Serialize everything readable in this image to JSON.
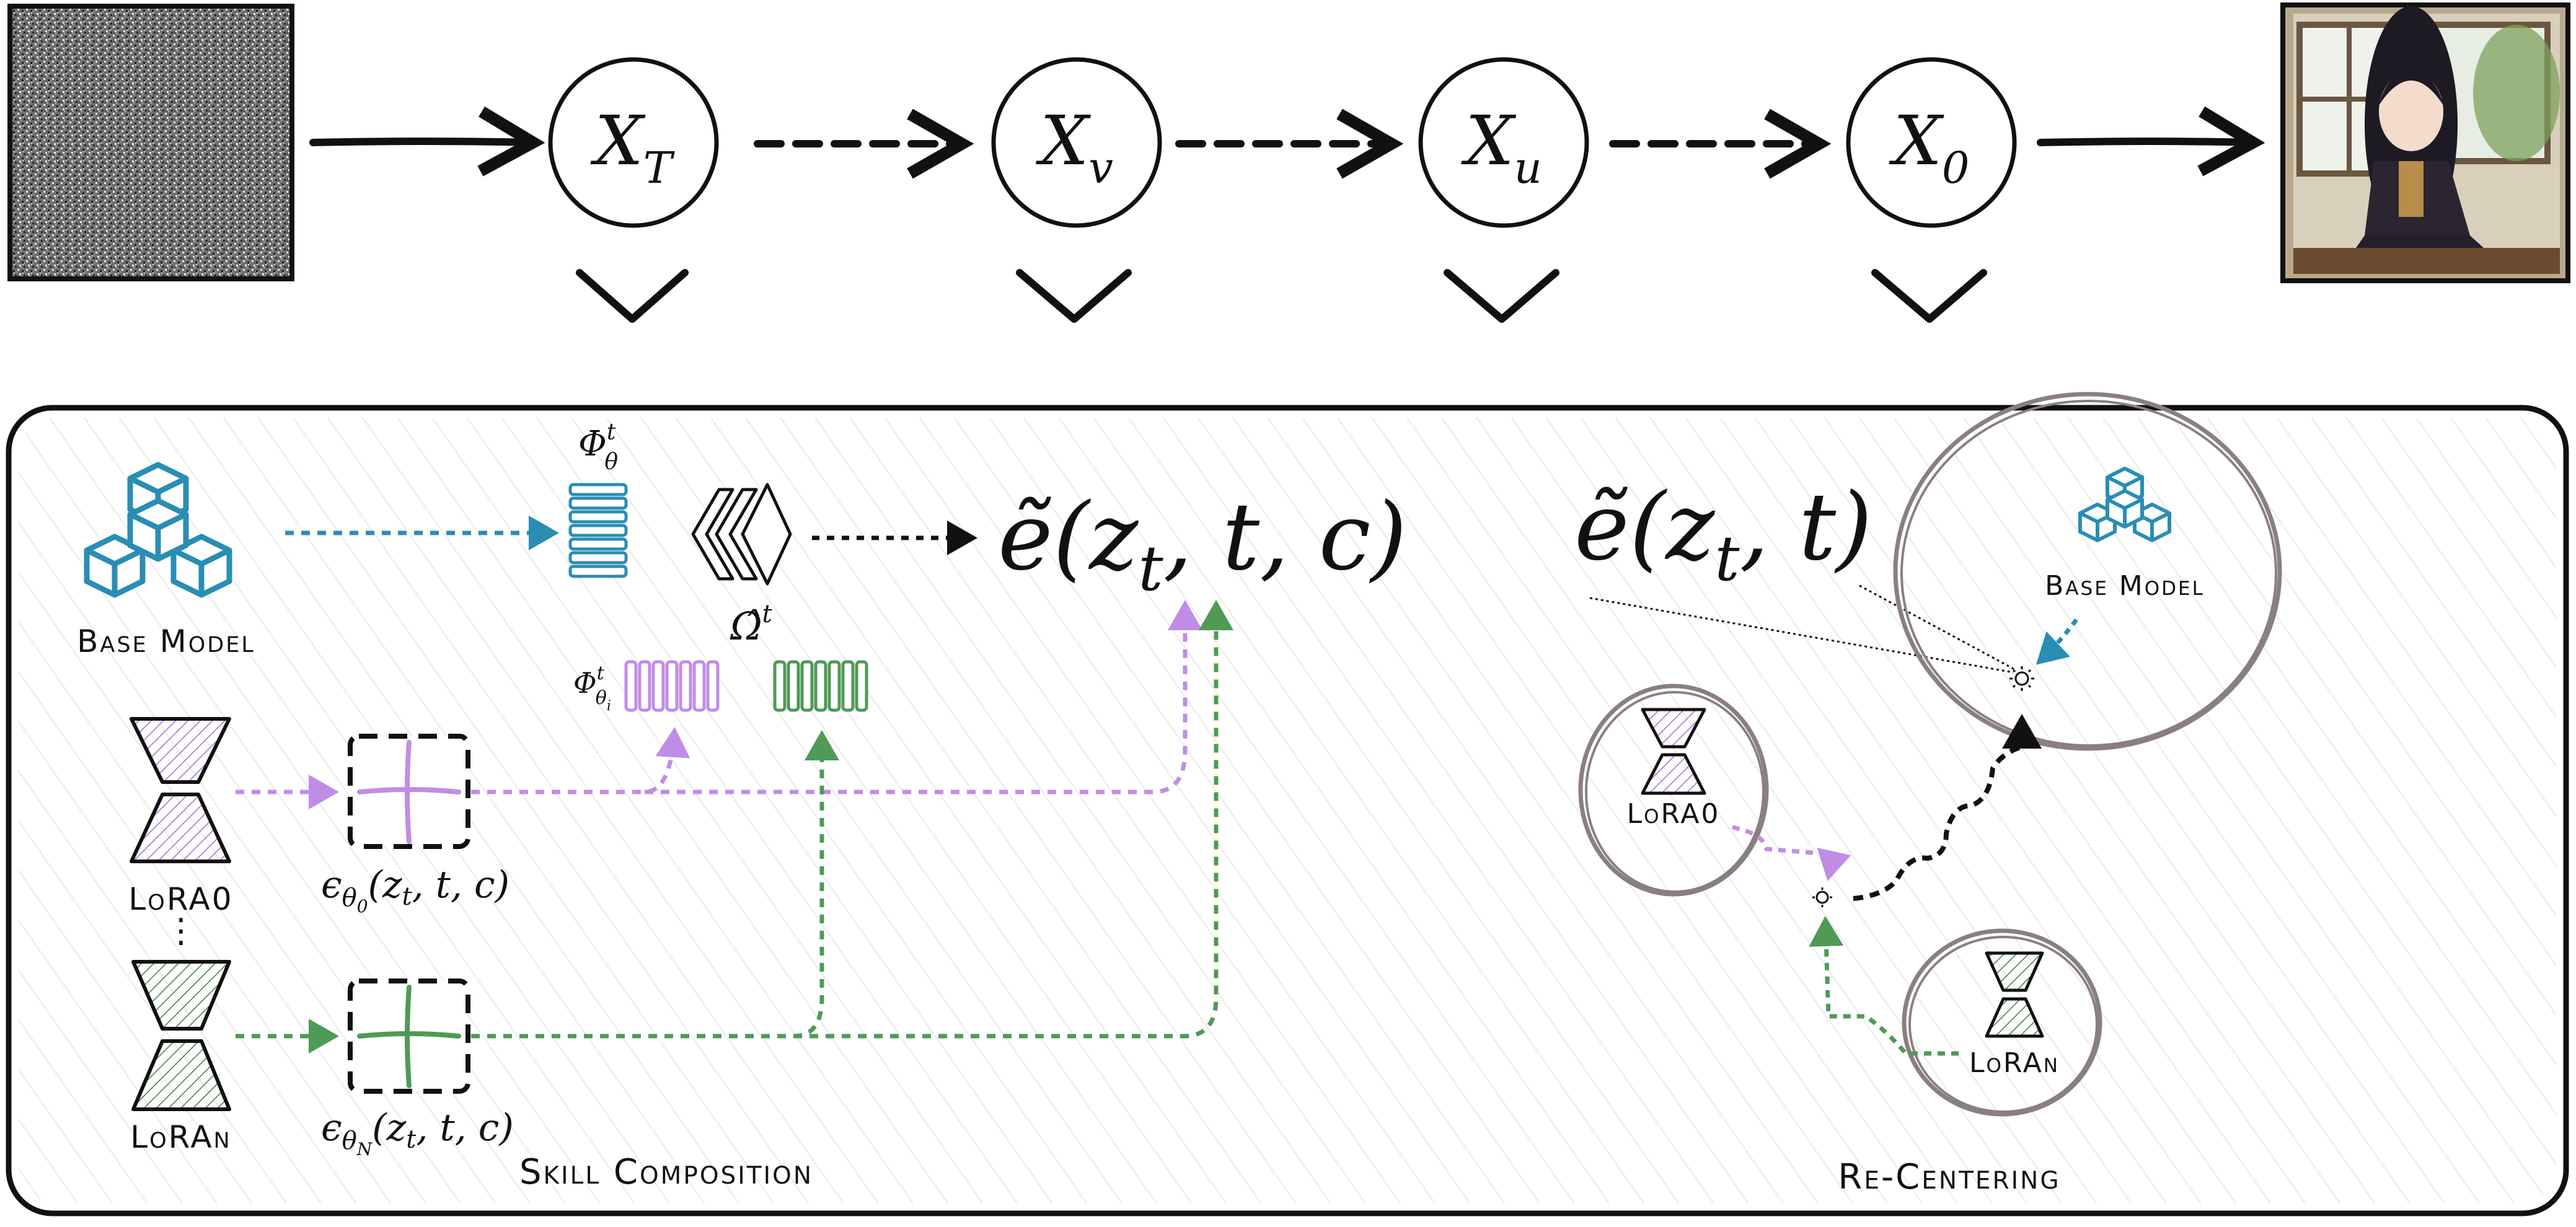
{
  "chain": {
    "nodes": [
      {
        "base": "X",
        "sub": "T"
      },
      {
        "base": "X",
        "sub": "v"
      },
      {
        "base": "X",
        "sub": "u"
      },
      {
        "base": "X",
        "sub": "0"
      }
    ]
  },
  "left": {
    "base_model_label": "Base Model",
    "phi_theta": {
      "base": "Φ",
      "sup": "t",
      "sub": "θ"
    },
    "omega_hat": {
      "base": "Ω̂",
      "sup": "t"
    },
    "output": {
      "base": "ẽ(z",
      "sub": "t",
      "rest": ", t, c)"
    },
    "phi_theta_i": {
      "base": "Φ",
      "sup": "t",
      "sub": "θ",
      "subsub": "i"
    },
    "lora0_label": "LoRA0",
    "loran_label": "LoRAn",
    "eps0": {
      "base": "ϵ",
      "sub": "θ",
      "subsub": "0",
      "rest": "(z",
      "rest_sub": "t",
      "tail": ", t, c)"
    },
    "epsN": {
      "base": "ϵ",
      "sub": "θ",
      "subsub": "N",
      "rest": "(z",
      "rest_sub": "t",
      "tail": ", t, c)"
    },
    "vdots": "⋮",
    "caption": "Skill Composition"
  },
  "right": {
    "output": {
      "base": "ẽ(z",
      "sub": "t",
      "rest": ", t)"
    },
    "base_model_label": "Base Model",
    "lora0_label": "LoRA0",
    "loran_label": "LoRAn",
    "caption": "Re-Centering"
  },
  "colors": {
    "blue": "#2a8db3",
    "purple": "#c08de6",
    "green": "#4f9a56",
    "black": "#111111",
    "gray_circle": "#8a7f7f",
    "panel_hatch": "#e2e2e2"
  }
}
